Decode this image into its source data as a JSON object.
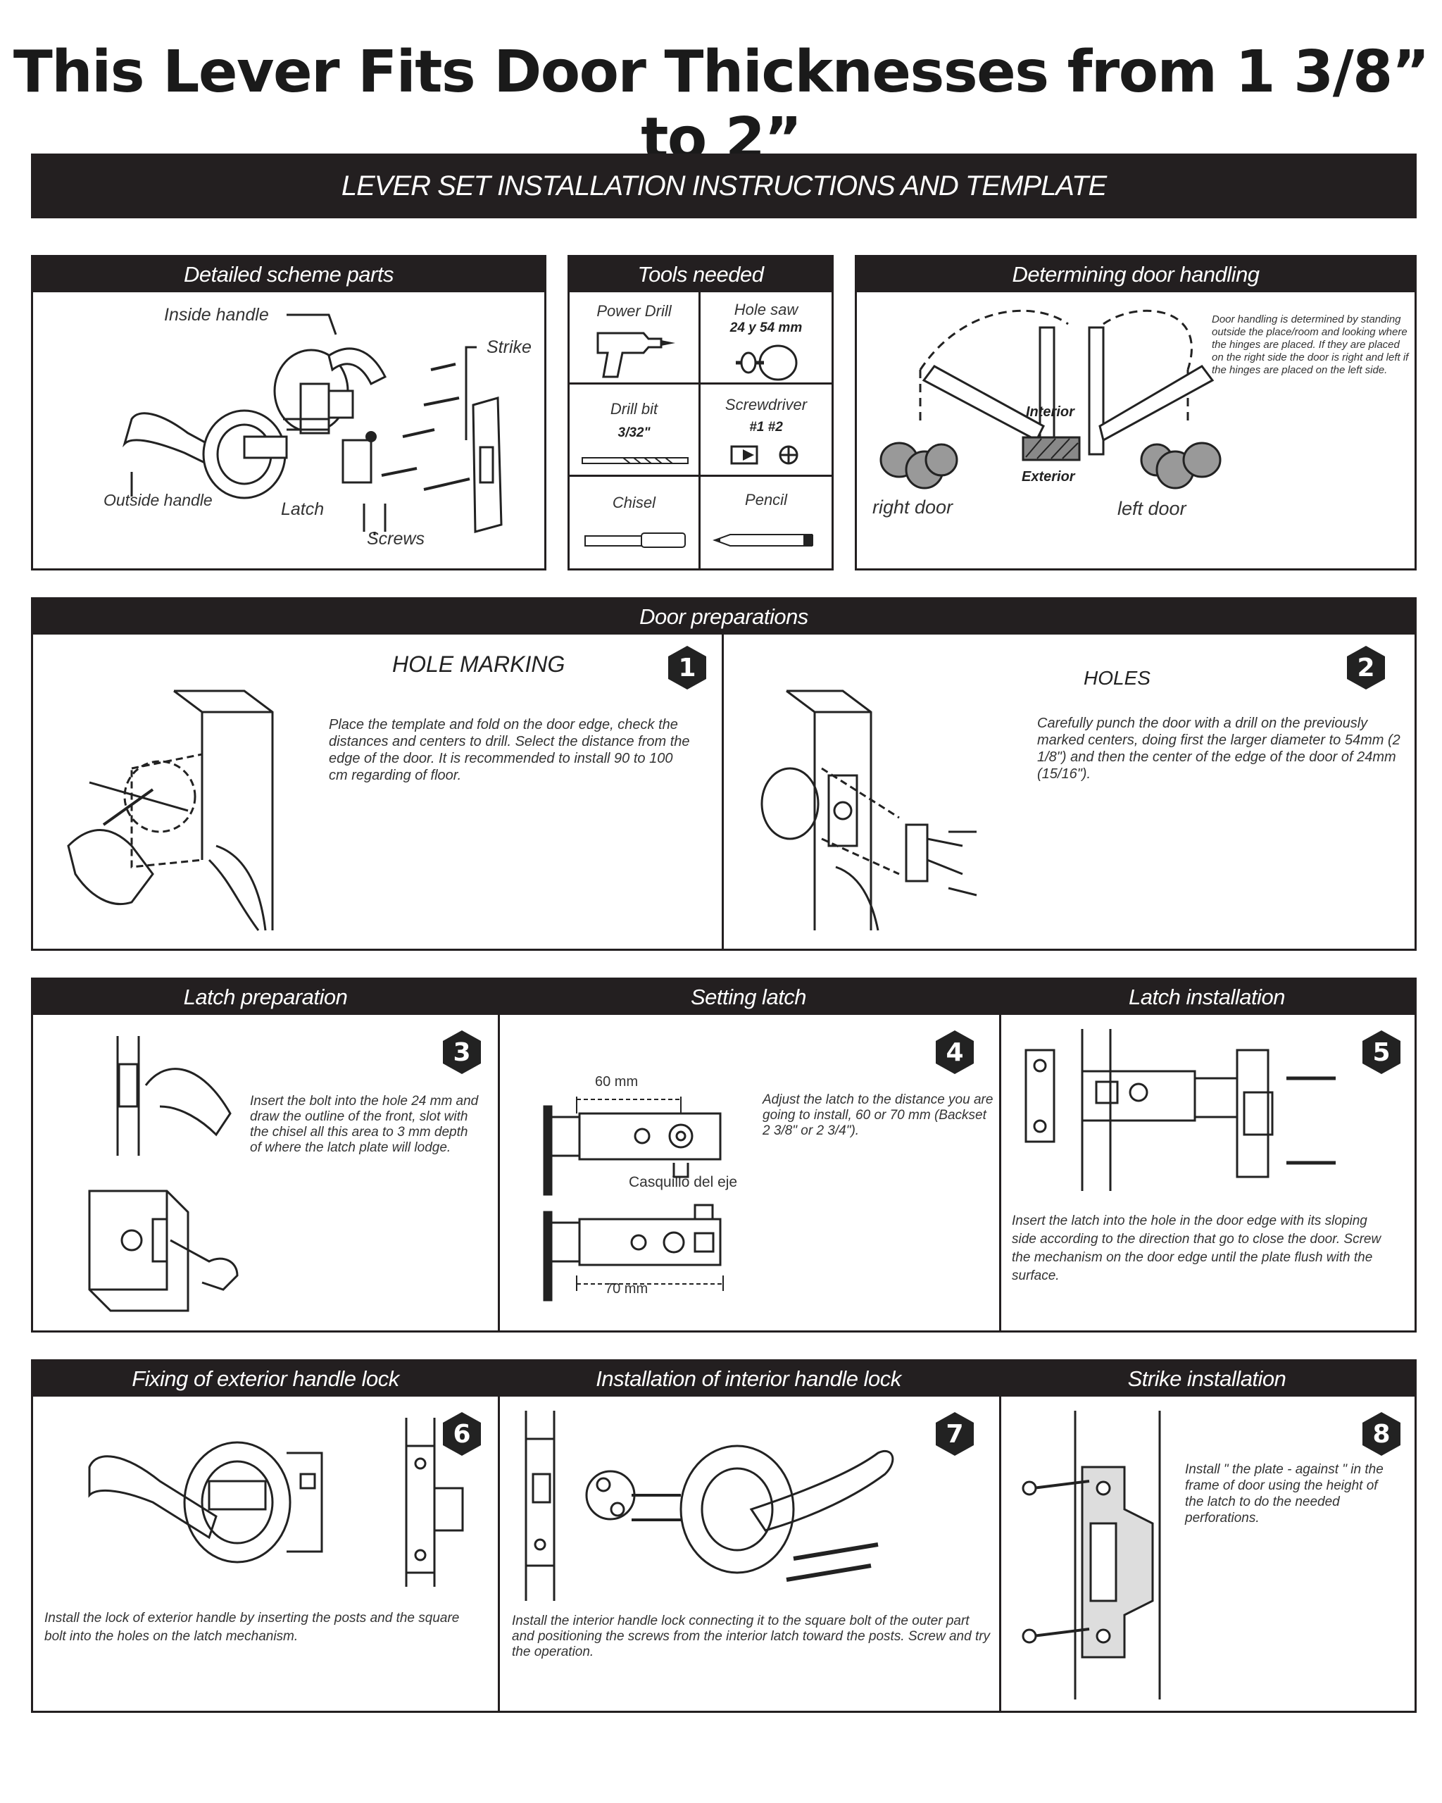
{
  "title": "This Lever Fits Door Thicknesses from 1 3/8” to 2”",
  "banner": "LEVER SET INSTALLATION INSTRUCTIONS AND TEMPLATE",
  "scheme": {
    "header": "Detailed scheme parts",
    "inside_handle": "Inside handle",
    "strike": "Strike",
    "outside_handle": "Outside handle",
    "latch": "Latch",
    "screws": "Screws"
  },
  "tools": {
    "header": "Tools needed",
    "items": [
      {
        "label": "Power Drill",
        "spec": ""
      },
      {
        "label": "Hole saw",
        "spec": "24 y 54 mm"
      },
      {
        "label": "Drill bit",
        "spec": "3/32\""
      },
      {
        "label": "Screwdriver",
        "spec": "#1 #2"
      },
      {
        "label": "Chisel",
        "spec": ""
      },
      {
        "label": "Pencil",
        "spec": ""
      }
    ]
  },
  "handling": {
    "header": "Determining door handling",
    "note": "Door handling is determined by standing outside the place/room and looking where the hinges are placed. If they are placed on the right side the door is right and left if the hinges are placed on the left side.",
    "interior": "Interior",
    "exterior": "Exterior",
    "right_door": "right door",
    "left_door": "left door"
  },
  "prep": {
    "header": "Door preparations",
    "step1": {
      "num": "1",
      "title": "HOLE MARKING",
      "text": "Place the template and fold on the door edge, check the distances and centers to drill. Select the distance from the edge of the door. It is recommended to install 90 to 100 cm regarding of floor."
    },
    "step2": {
      "num": "2",
      "title": "HOLES",
      "text": "Carefully punch the door with a drill on the previously marked centers, doing first the larger diameter to 54mm (2 1/8\") and then the center of the edge of the door of 24mm (15/16\")."
    }
  },
  "row3": {
    "h1": "Latch preparation",
    "h2": "Setting latch",
    "h3": "Latch installation",
    "step3": {
      "num": "3",
      "text": "Insert the bolt into the hole 24 mm and draw the outline of the front, slot with the chisel all this area to 3 mm depth of where the latch plate will lodge."
    },
    "step4": {
      "num": "4",
      "text": "Adjust the latch to the distance you are going to install, 60 or 70 mm (Backset 2 3/8\" or 2 3/4\").",
      "dim60": "60 mm",
      "dim70": "70 mm",
      "casquillo": "Casquillo del eje"
    },
    "step5": {
      "num": "5",
      "text": "Insert the latch into the hole in the door edge with its sloping side according to the direction that go to close the door. Screw the mechanism on the door edge until the plate flush with the surface."
    }
  },
  "row4": {
    "h1": "Fixing of exterior handle lock",
    "h2": "Installation of interior handle lock",
    "h3": "Strike installation",
    "step6": {
      "num": "6",
      "text": "Install the lock of exterior handle by inserting the posts and the square bolt into the holes on the latch mechanism."
    },
    "step7": {
      "num": "7",
      "text": "Install the interior handle lock connecting it to the square bolt of the outer part and positioning the screws from the interior latch toward the posts. Screw and try the operation."
    },
    "step8": {
      "num": "8",
      "text": "Install \" the plate - against \" in the frame of door using the height of the latch to do the needed perforations."
    }
  }
}
